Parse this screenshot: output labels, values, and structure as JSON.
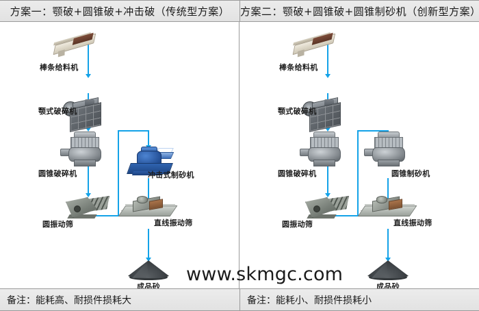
{
  "header": {
    "left_title": "方案一：颚破+圆锥破+冲击破（传统型方案）",
    "right_title": "方案二：颚破+圆锥破+圆锥制砂机（创新型方案）"
  },
  "footer": {
    "left_note": "备注：能耗高、耐损件损耗大",
    "right_note": "备注：能耗小、耐损件损耗小"
  },
  "watermark": "www.skmgc.com",
  "colors": {
    "flow_line": "#13a2e8",
    "bar_background": "#e8e8e8",
    "bar_border": "#9a9a9a",
    "vsi_blue": "#255097",
    "equipment_gray": "#8d9398"
  },
  "left_panel": {
    "name": "方案一",
    "nodes": [
      {
        "id": "feeder",
        "label": "棒条给料机",
        "icon": "bar-feeder-icon"
      },
      {
        "id": "jaw",
        "label": "颚式破碎机",
        "icon": "jaw-crusher-icon"
      },
      {
        "id": "cone",
        "label": "圆锥破碎机",
        "icon": "cone-crusher-icon"
      },
      {
        "id": "sander",
        "label": "冲击式制砂机",
        "icon": "impact-sand-maker-icon"
      },
      {
        "id": "cscreen",
        "label": "圆振动筛",
        "icon": "circular-vibrating-screen-icon"
      },
      {
        "id": "lscreen",
        "label": "直线振动筛",
        "icon": "linear-vibrating-screen-icon"
      },
      {
        "id": "product",
        "label": "成品砂",
        "icon": "sand-pile-icon"
      }
    ]
  },
  "right_panel": {
    "name": "方案二",
    "nodes": [
      {
        "id": "feeder",
        "label": "棒条给料机",
        "icon": "bar-feeder-icon"
      },
      {
        "id": "jaw",
        "label": "颚式破碎机",
        "icon": "jaw-crusher-icon"
      },
      {
        "id": "cone",
        "label": "圆锥破碎机",
        "icon": "cone-crusher-icon"
      },
      {
        "id": "sander",
        "label": "圆锥制砂机",
        "icon": "cone-sand-maker-icon"
      },
      {
        "id": "cscreen",
        "label": "圆振动筛",
        "icon": "circular-vibrating-screen-icon"
      },
      {
        "id": "lscreen",
        "label": "直线振动筛",
        "icon": "linear-vibrating-screen-icon"
      },
      {
        "id": "product",
        "label": "成品砂",
        "icon": "sand-pile-icon"
      }
    ]
  }
}
